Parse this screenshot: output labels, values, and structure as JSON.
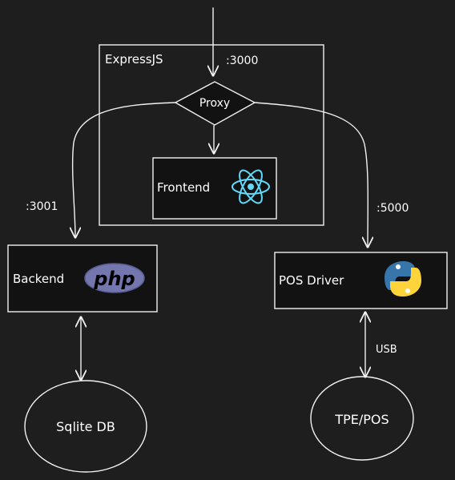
{
  "diagram": {
    "container": {
      "title": "ExpressJS"
    },
    "nodes": {
      "proxy": {
        "label": "Proxy"
      },
      "frontend": {
        "label": "Frontend",
        "icon": "react-icon"
      },
      "backend": {
        "label": "Backend",
        "icon": "php-icon",
        "badge": "php"
      },
      "pos_driver": {
        "label": "POS Driver",
        "icon": "python-icon"
      },
      "sqlite_db": {
        "label": "Sqlite DB"
      },
      "tpe_pos": {
        "label": "TPE/POS"
      }
    },
    "edges": {
      "entry_port": ":3000",
      "backend_port": ":3001",
      "pos_port": ":5000",
      "usb_label": "USB"
    },
    "colors": {
      "background": "#1e1e1e",
      "stroke": "#f2f2f2",
      "react": "#61dafb",
      "php": "#7377ad",
      "python_blue": "#3776ab",
      "python_yellow": "#ffd43b"
    }
  }
}
